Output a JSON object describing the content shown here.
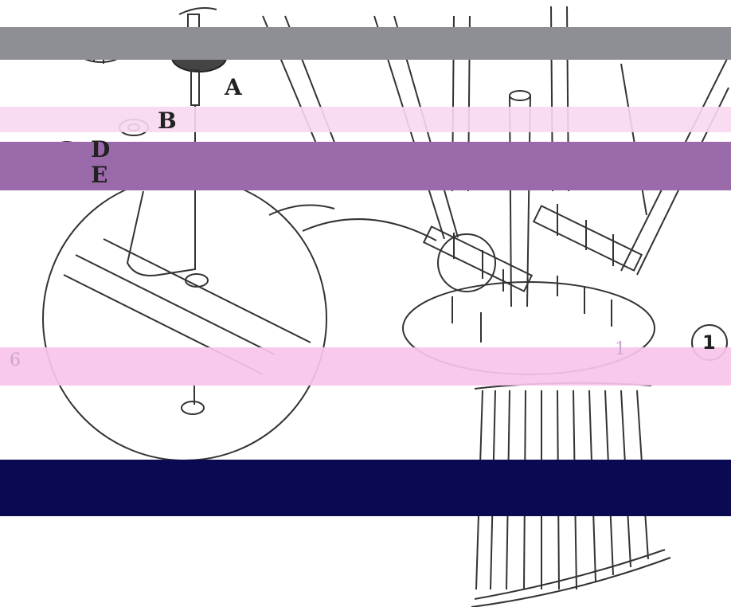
{
  "parts": {
    "a": "A",
    "b": "B",
    "d": "D",
    "e": "E"
  },
  "step_number": "1",
  "faint_text": {
    "left": "6",
    "right": "1"
  },
  "colors": {
    "line": "#333333",
    "band_gray": "#8e8f94",
    "band_purple": "#9b6aab",
    "band_pink": "#f8c4ec",
    "band_navy": "#0a0a52"
  }
}
